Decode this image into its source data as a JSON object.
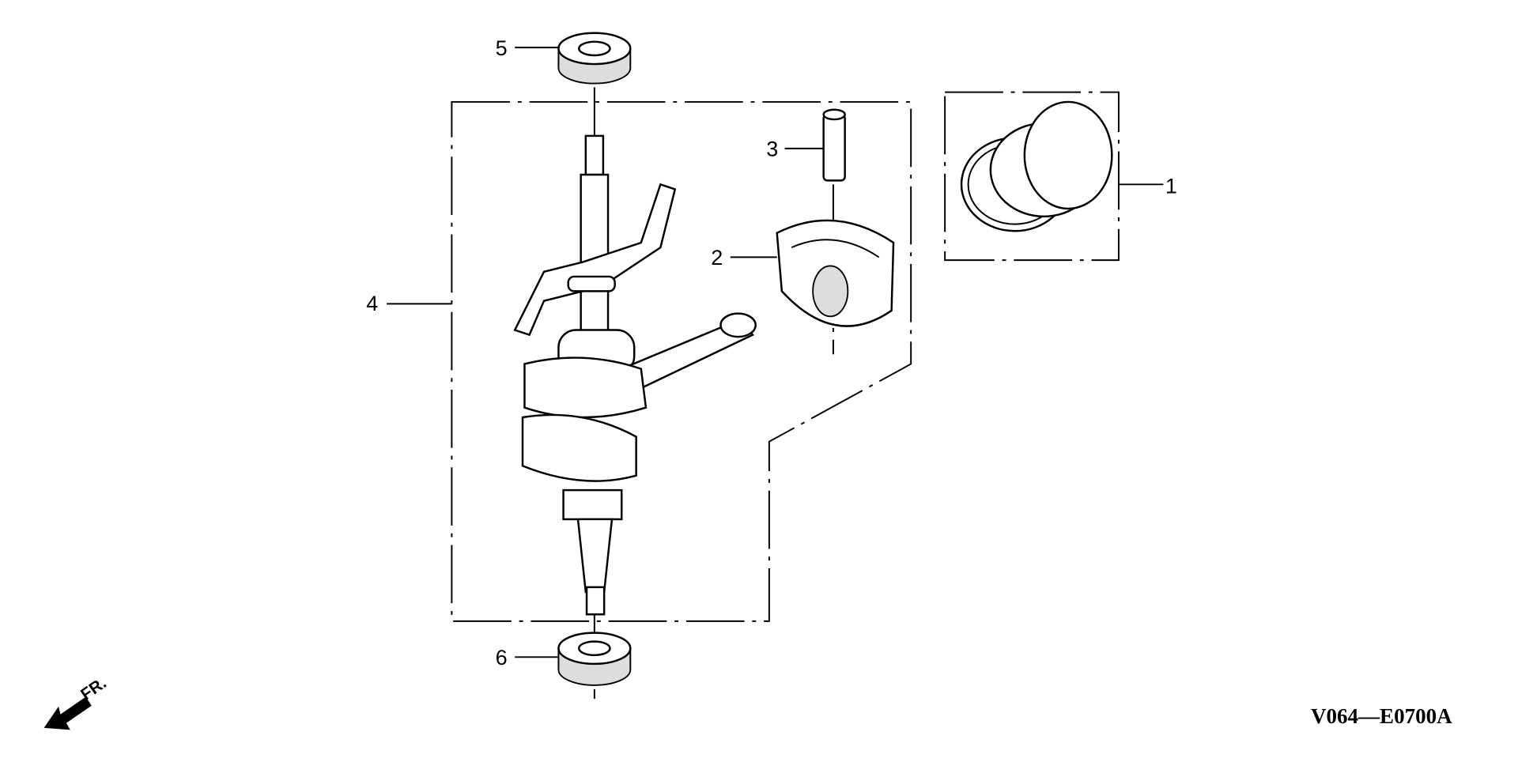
{
  "diagram": {
    "callouts": [
      {
        "number": "1",
        "part": "piston-ring-set"
      },
      {
        "number": "2",
        "part": "piston"
      },
      {
        "number": "3",
        "part": "piston-pin"
      },
      {
        "number": "4",
        "part": "crankshaft-assembly"
      },
      {
        "number": "5",
        "part": "upper-oil-seal"
      },
      {
        "number": "6",
        "part": "lower-oil-seal"
      }
    ],
    "direction_label": "FR.",
    "drawing_code": "V064—E0700A"
  }
}
